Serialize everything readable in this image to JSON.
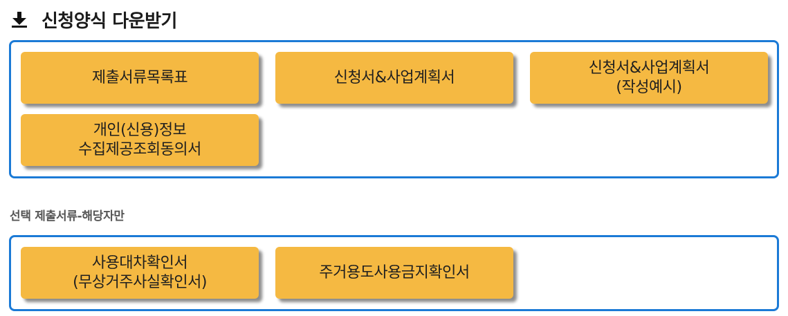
{
  "header": {
    "icon": "download-icon",
    "title": "신청양식 다운받기"
  },
  "required_docs": [
    {
      "label": "제출서류목록표"
    },
    {
      "label": "신청서&사업계획서"
    },
    {
      "label": "신청서&사업계획서\n(작성예시)"
    },
    {
      "label": "개인(신용)정보\n수집제공조회동의서"
    }
  ],
  "optional_section": {
    "title": "선택 제출서류-해당자만",
    "docs": [
      {
        "label": "사용대차확인서\n(무상거주사실확인서)"
      },
      {
        "label": "주거용도사용금지확인서"
      }
    ]
  },
  "colors": {
    "accent_border": "#1b7ad6",
    "button_fill": "#f5b942"
  }
}
